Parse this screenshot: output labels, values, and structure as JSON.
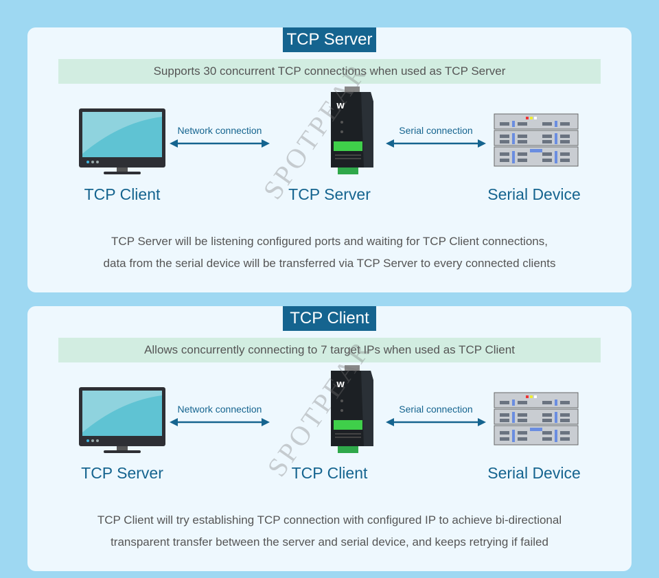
{
  "sections": [
    {
      "title": "TCP Server",
      "banner": "Supports 30 concurrent TCP connections when used as TCP Server",
      "left_node": "TCP Client",
      "center_node": "TCP Server",
      "right_node": "Serial Device",
      "left_connection": "Network connection",
      "right_connection": "Serial connection",
      "description": [
        "TCP Server will be listening configured ports and waiting for TCP Client connections,",
        "data from the serial device will be transferred via TCP Server to every connected clients"
      ]
    },
    {
      "title": "TCP Client",
      "banner": "Allows concurrently connecting to 7 target IPs when used as TCP Client",
      "left_node": "TCP Server",
      "center_node": "TCP Client",
      "right_node": "Serial Device",
      "left_connection": "Network connection",
      "right_connection": "Serial connection",
      "description": [
        "TCP Client will try establishing TCP connection with configured IP to achieve bi-directional",
        "transparent transfer between the server and serial device, and keeps retrying if failed"
      ]
    }
  ],
  "watermark": "SPOTPEAR",
  "icons": {
    "left": "monitor-icon",
    "center": "serial-server-device-icon",
    "right": "rack-server-icon"
  },
  "colors": {
    "background": "#9ed8f2",
    "panel": "#eef8fe",
    "accent": "#15648f",
    "banner": "#d2ede1",
    "text": "#555555"
  }
}
